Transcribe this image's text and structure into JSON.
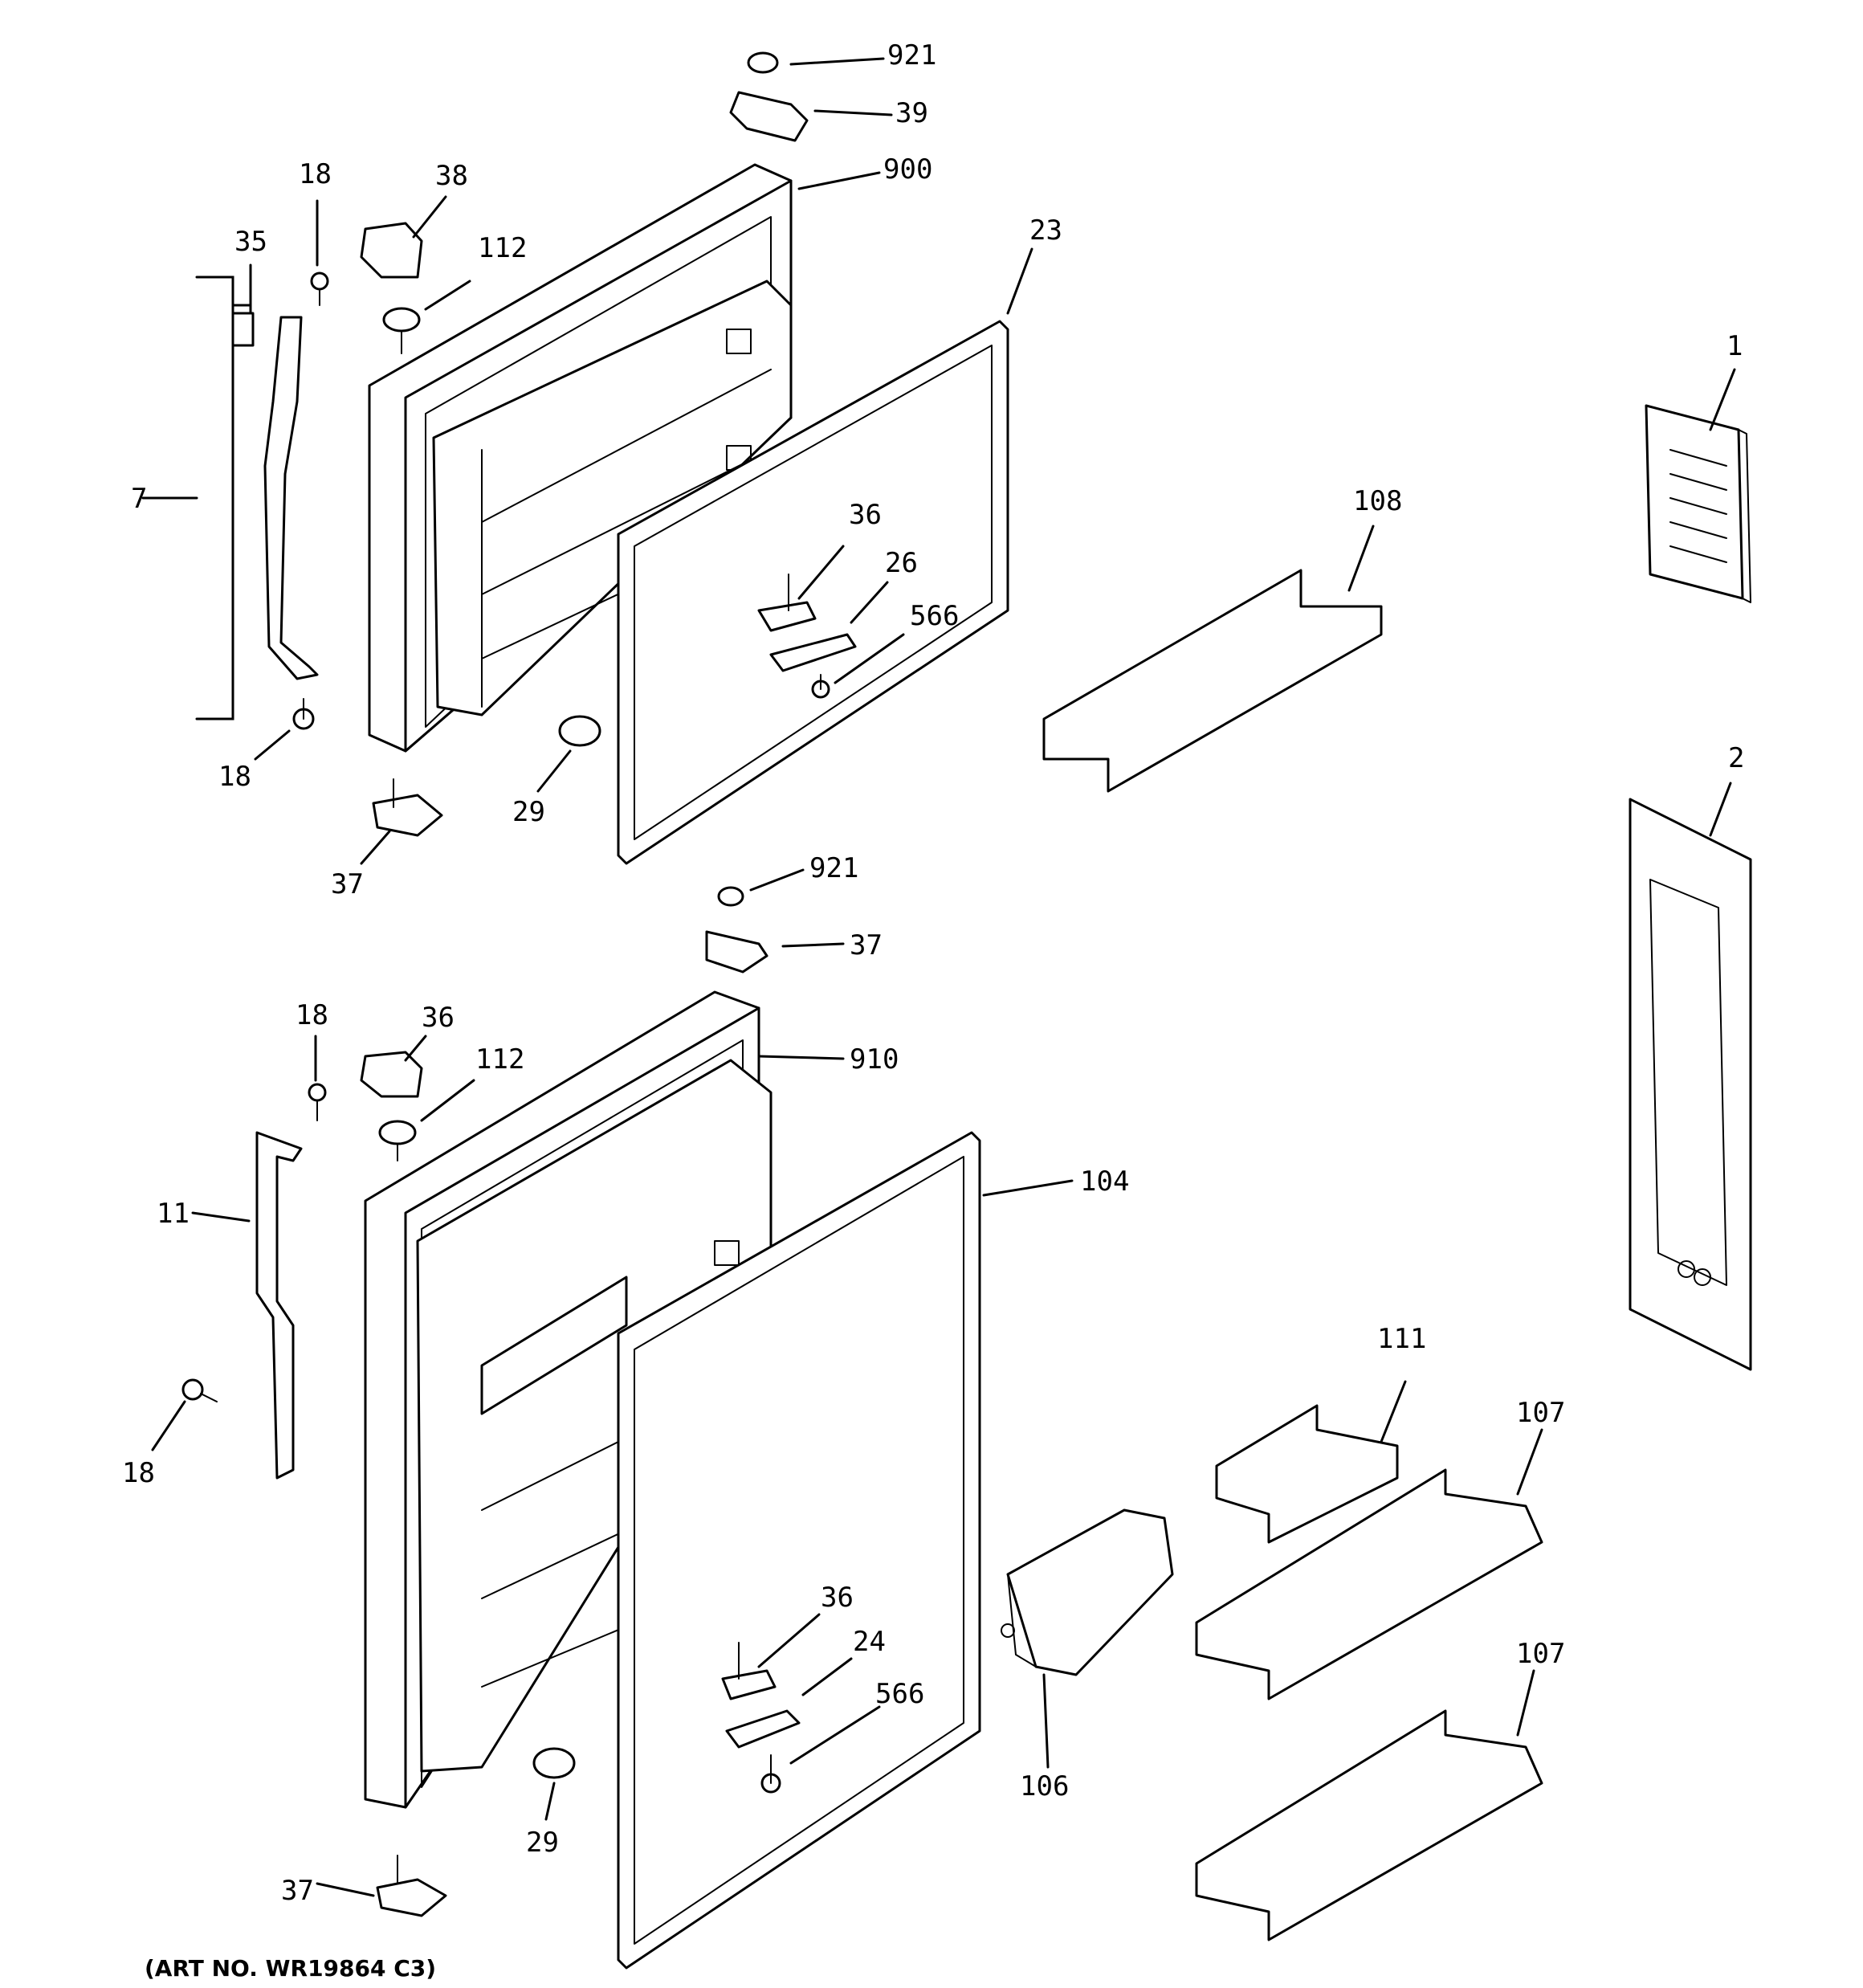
{
  "callouts": {
    "c921_top": "921",
    "c39": "39",
    "c900": "900",
    "c18_a": "18",
    "c38": "38",
    "c35": "35",
    "c112_a": "112",
    "c23": "23",
    "c1": "1",
    "c7": "7",
    "c108": "108",
    "c36_a": "36",
    "c26": "26",
    "c566_a": "566",
    "c18_b": "18",
    "c29_a": "29",
    "c37_a": "37",
    "c2": "2",
    "c921_b": "921",
    "c37_b": "37",
    "c18_c": "18",
    "c36_b": "36",
    "c112_b": "112",
    "c910": "910",
    "c104": "104",
    "c11": "11",
    "c111": "111",
    "c107_a": "107",
    "c18_d": "18",
    "c36_c": "36",
    "c24": "24",
    "c566_b": "566",
    "c107_b": "107",
    "c106": "106",
    "c29_b": "29",
    "c37_c": "37"
  },
  "art_note": "(ART NO. WR19864 C3)"
}
